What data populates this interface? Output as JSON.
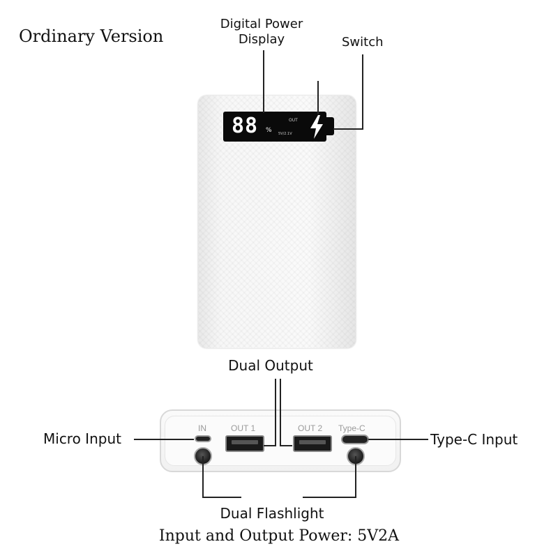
{
  "title": "Ordinary Version",
  "callouts": {
    "display": [
      "Digital Power",
      "Display"
    ],
    "switch": "Switch",
    "dual_output": "Dual Output",
    "micro_input": "Micro Input",
    "typec_input": "Type-C Input",
    "dual_flashlight": "Dual Flashlight"
  },
  "lcd": {
    "digits": "88",
    "percent": "%",
    "out": "OUT",
    "voltage": "5V/2.1V"
  },
  "ports": {
    "in": "IN",
    "out1": "OUT 1",
    "out2": "OUT 2",
    "typec": "Type-C"
  },
  "footer": "Input and Output Power: 5V2A",
  "colors": {
    "background": "#ffffff",
    "body": "#f5f5f5",
    "screen": "#0a0a0a",
    "text": "#111111"
  }
}
